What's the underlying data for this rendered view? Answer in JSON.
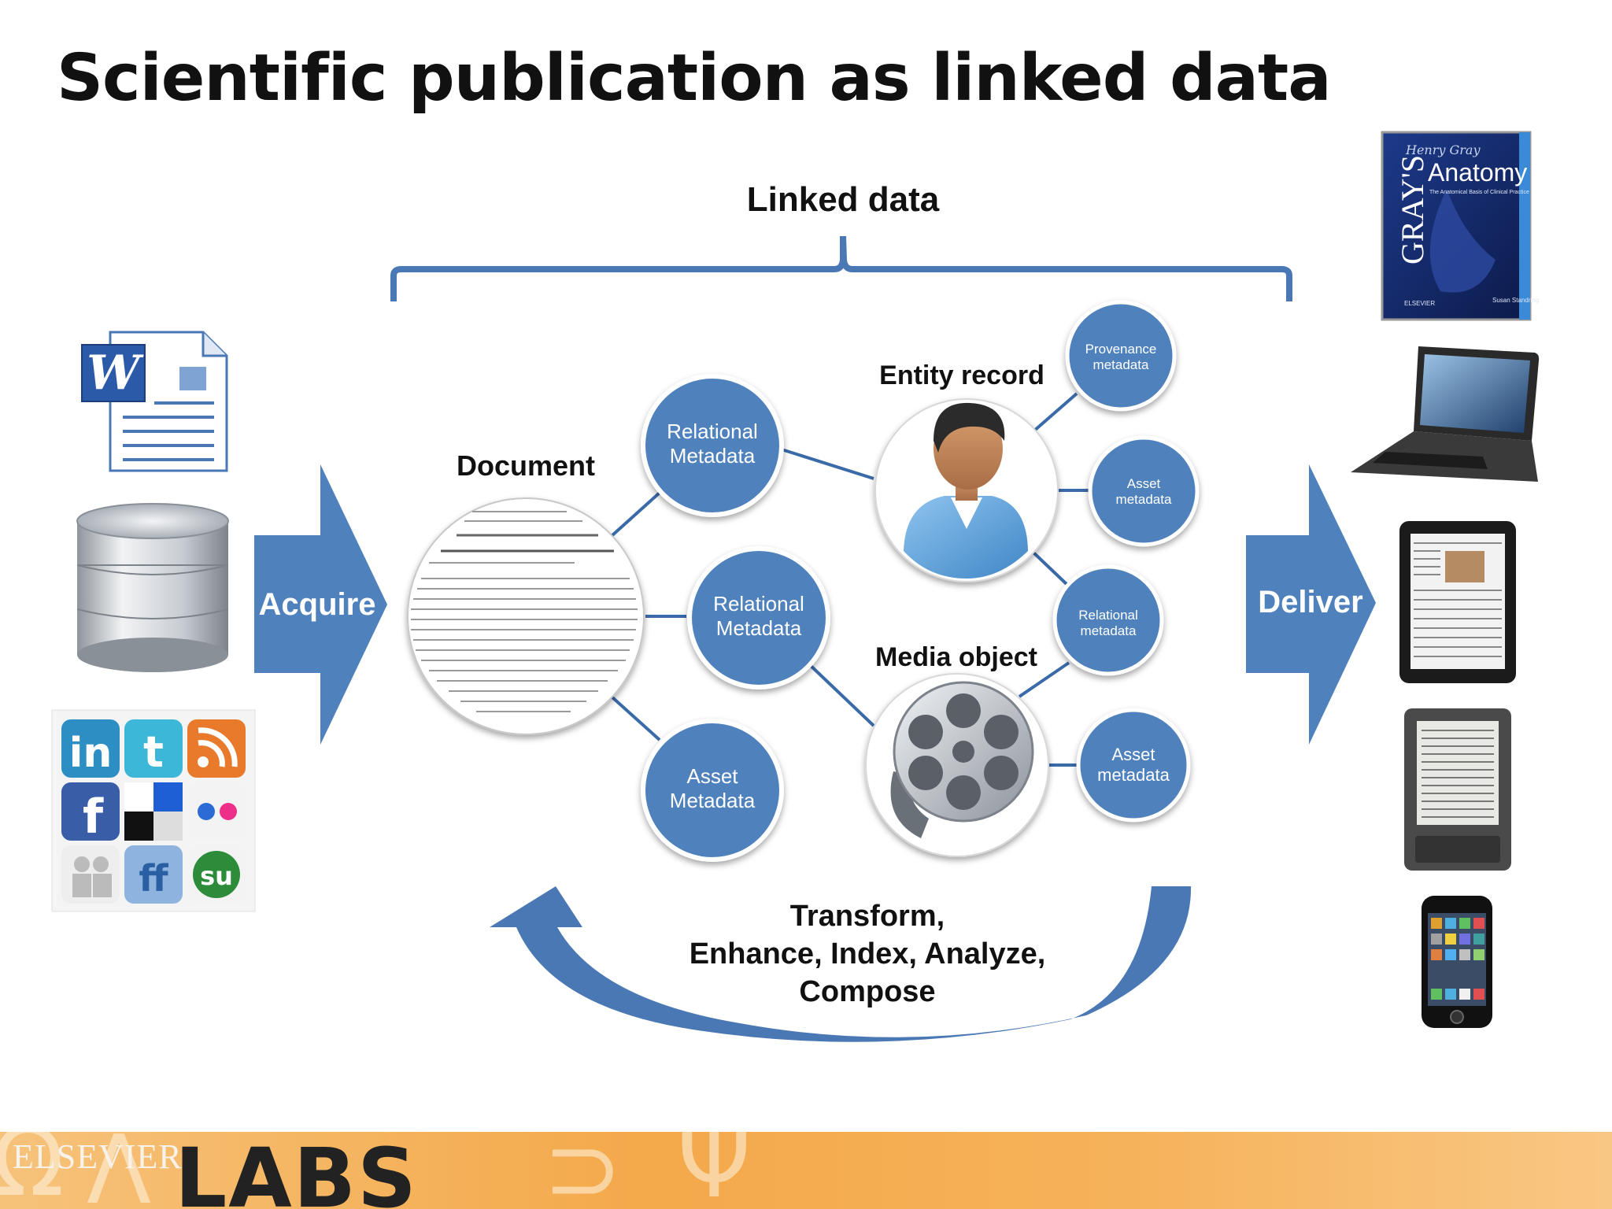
{
  "title": "Scientific publication as linked data",
  "labels": {
    "linked_data": "Linked data",
    "acquire": "Acquire",
    "deliver": "Deliver",
    "document": "Document",
    "entity_record": "Entity record",
    "media_object": "Media object",
    "transform_line1": "Transform,",
    "transform_line2": "Enhance, Index, Analyze,",
    "transform_line3": "Compose"
  },
  "nodes": {
    "doc_relational_top": [
      "Relational",
      "Metadata"
    ],
    "doc_relational_mid": [
      "Relational",
      "Metadata"
    ],
    "doc_asset": [
      "Asset",
      "Metadata"
    ],
    "entity_provenance": [
      "Provenance",
      "metadata"
    ],
    "entity_asset": [
      "Asset",
      "metadata"
    ],
    "shared_relational": [
      "Relational",
      "metadata"
    ],
    "media_asset": [
      "Asset",
      "metadata"
    ]
  },
  "book": {
    "author_signature": "Henry Gray",
    "spine": "GRAY'S",
    "title": "Anatomy",
    "subtitle": "The Anatomical Basis of Clinical Practice",
    "editor": "Susan Standring",
    "publisher": "ELSEVIER"
  },
  "footer": {
    "elsevier": "ELSEVIER",
    "labs": "LABS"
  },
  "colors": {
    "node_fill": "#4f81bd",
    "node_stroke": "#ffffff",
    "arrow": "#4a78b4",
    "footer": "#f4a94a"
  }
}
